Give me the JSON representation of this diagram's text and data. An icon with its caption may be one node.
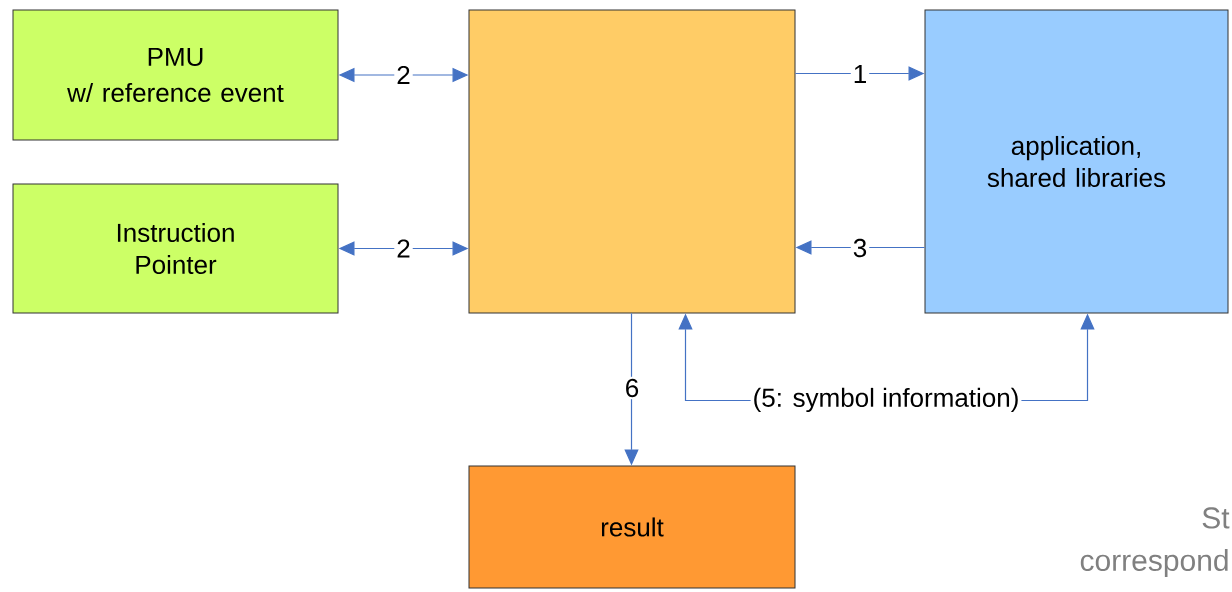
{
  "diagram": {
    "nodes": [
      {
        "text": [
          "PMU",
          "w/ reference event"
        ]
      },
      {
        "text": [
          "Instruction Pointer"
        ]
      },
      {
        "text": [],
        "shape": "box"
      },
      {
        "text": [
          "application, shared libraries"
        ]
      },
      {
        "text": [
          "result"
        ]
      }
    ],
    "edges": [
      {
        "from": 0,
        "to": 2,
        "arrow": "both",
        "label": "2"
      },
      {
        "from": 1,
        "to": 2,
        "arrow": "both",
        "label": "2"
      },
      {
        "from": 2,
        "to": 3,
        "arrow": "to",
        "label": "1"
      },
      {
        "from": 3,
        "to": 2,
        "arrow": "to",
        "label": "3"
      },
      {
        "from": 2,
        "to": 4,
        "arrow": "to",
        "label": "6"
      },
      {
        "from": 2,
        "to": 3,
        "arrow": "both",
        "label": "(5: symbol information)"
      }
    ],
    "labels": [
      "St",
      "correspond"
    ]
  }
}
